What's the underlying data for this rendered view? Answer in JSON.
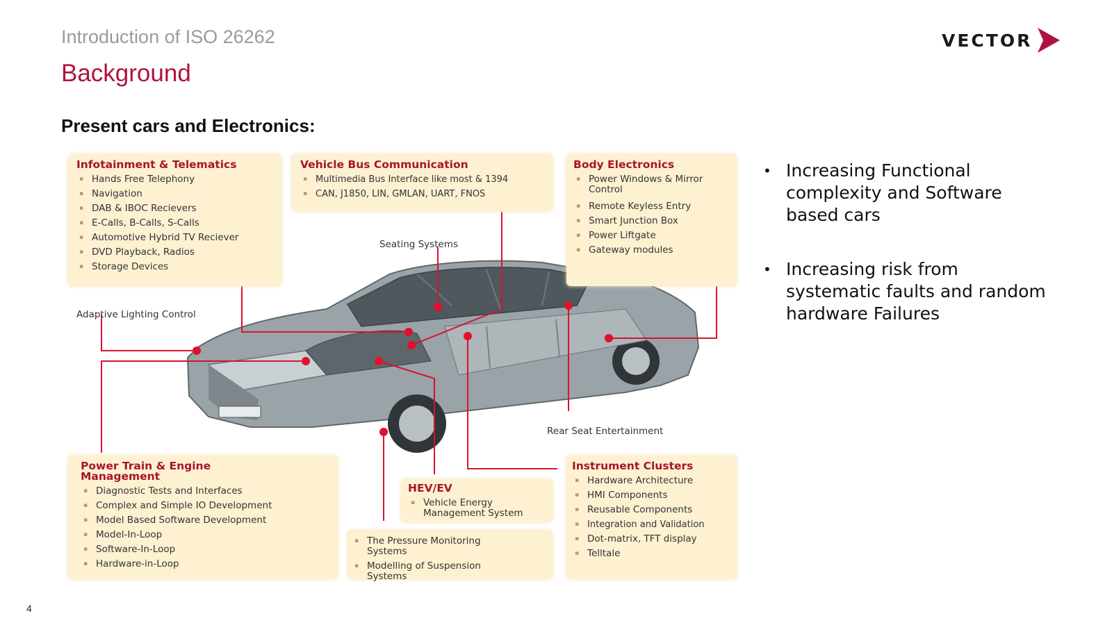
{
  "header": {
    "subtitle": "Introduction of ISO 26262",
    "title": "Background",
    "logo_text": "VECTOR"
  },
  "section_heading": "Present cars and Electronics:",
  "diagram": {
    "infotainment": {
      "title": "Infotainment & Telematics",
      "items": [
        "Hands Free Telephony",
        "Navigation",
        "DAB & IBOC Recievers",
        "E-Calls, B-Calls, S-Calls",
        "Automotive Hybrid TV Reciever",
        "DVD Playback, Radios",
        "Storage Devices"
      ]
    },
    "vehicle_bus": {
      "title": "Vehicle Bus Communication",
      "items": [
        "Multimedia Bus Interface like most & 1394",
        "CAN, J1850, LIN, GMLAN, UART, FNOS"
      ]
    },
    "body_electronics": {
      "title": "Body Electronics",
      "items": [
        "Power Windows & Mirror Control",
        "Remote Keyless Entry",
        "Smart Junction Box",
        "Power Liftgate",
        "Gateway modules"
      ]
    },
    "power_train": {
      "title": "Power Train & Engine Management",
      "items": [
        "Diagnostic Tests and Interfaces",
        "Complex and Simple IO Development",
        "Model Based Software Development",
        "Model-In-Loop",
        "Software-In-Loop",
        "Hardware-in-Loop"
      ]
    },
    "hev_ev": {
      "title": "HEV/EV",
      "items": [
        "Vehicle Energy Management System"
      ]
    },
    "chassis": {
      "items": [
        "The Pressure Monitoring Systems",
        "Modelling of Suspension Systems"
      ]
    },
    "instrument_clusters": {
      "title": "Instrument Clusters",
      "items": [
        "Hardware Architecture",
        "HMI Components",
        "Reusable Components",
        "Integration and Validation",
        "Dot-matrix, TFT display",
        "Telltale"
      ]
    },
    "labels": {
      "seating": "Seating Systems",
      "adaptive_lighting": "Adaptive Lighting Control",
      "rear_seat": "Rear Seat Entertainment"
    },
    "colors": {
      "accent": "#b0133e",
      "box_bg": "#fdf1d2",
      "line": "#d7132f"
    }
  },
  "bullets": [
    "Increasing Functional complexity and Software based cars",
    "Increasing risk from systematic  faults and random hardware Failures"
  ],
  "page_number": "4"
}
